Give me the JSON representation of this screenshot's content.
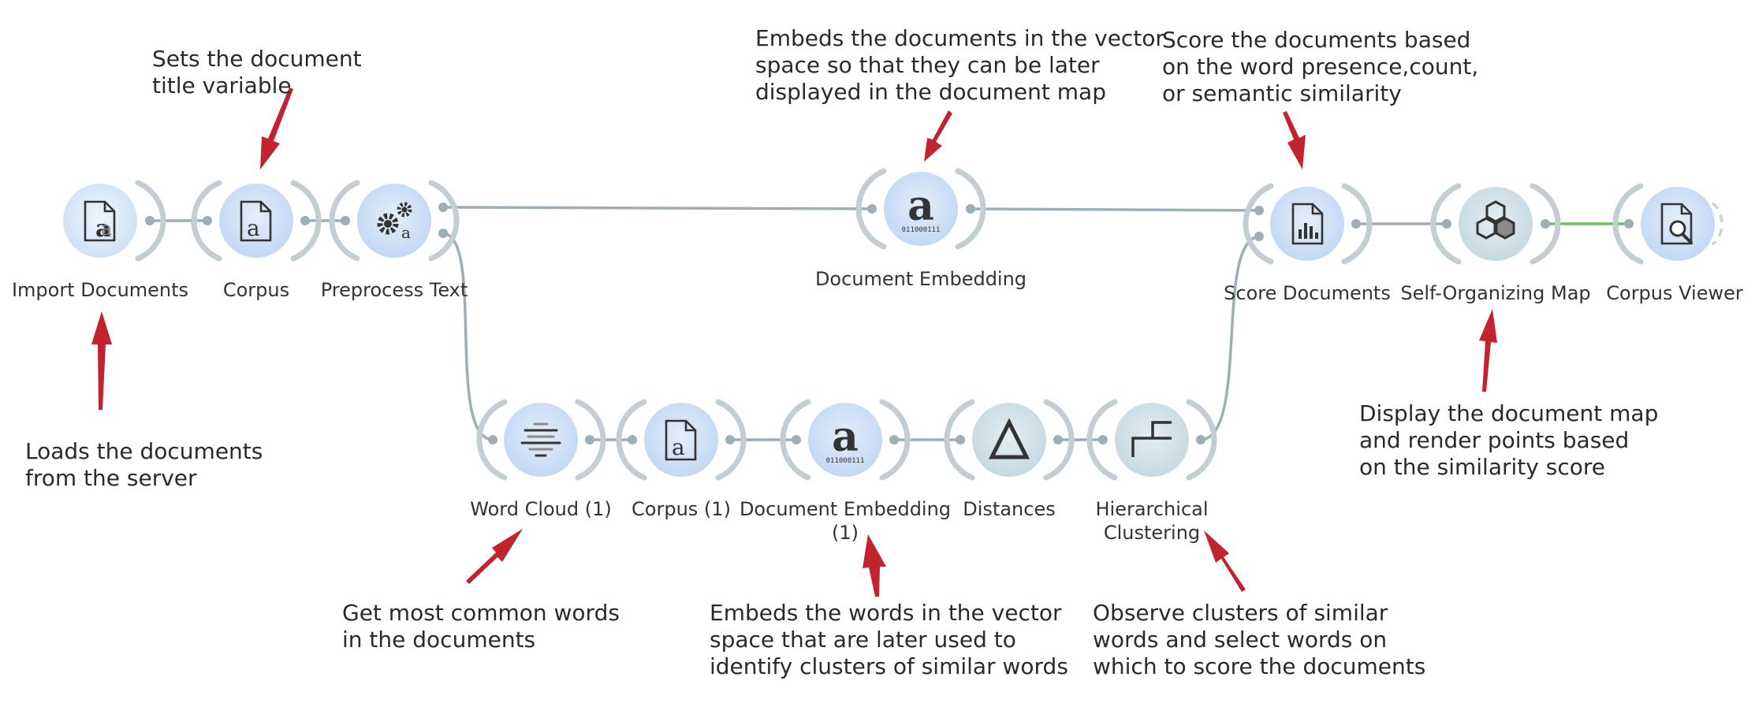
{
  "colors": {
    "node_fill_light": "#ddeafa",
    "node_fill_blue": "#cadff6",
    "node_fill_teal": "#cfe0e6",
    "channel": "#9eaeb6",
    "active_link": "#6bc15c",
    "arrow": "#c2232f",
    "text": "#333333"
  },
  "widgets": [
    {
      "id": "import-documents",
      "label": "Import Documents",
      "icon": "import-documents-icon"
    },
    {
      "id": "corpus",
      "label": "Corpus",
      "icon": "corpus-icon"
    },
    {
      "id": "preprocess-text",
      "label": "Preprocess Text",
      "icon": "preprocess-text-icon"
    },
    {
      "id": "document-embedding",
      "label": "Document Embedding",
      "icon": "document-embedding-icon",
      "badge": "011000111"
    },
    {
      "id": "score-documents",
      "label": "Score Documents",
      "icon": "score-documents-icon"
    },
    {
      "id": "self-organizing-map",
      "label": "Self-Organizing Map",
      "icon": "self-organizing-map-icon"
    },
    {
      "id": "corpus-viewer",
      "label": "Corpus Viewer",
      "icon": "corpus-viewer-icon"
    },
    {
      "id": "word-cloud-1",
      "label": "Word Cloud (1)",
      "icon": "word-cloud-icon"
    },
    {
      "id": "corpus-1",
      "label": "Corpus (1)",
      "icon": "corpus-icon"
    },
    {
      "id": "document-embedding-1",
      "label_lines": [
        "Document Embedding",
        "(1)"
      ],
      "icon": "document-embedding-icon",
      "badge": "011000111"
    },
    {
      "id": "distances",
      "label": "Distances",
      "icon": "distances-icon"
    },
    {
      "id": "hierarchical-clustering",
      "label_lines": [
        "Hierarchical",
        "Clustering"
      ],
      "icon": "hierarchical-clustering-icon"
    }
  ],
  "links": [
    {
      "from": "import-documents",
      "to": "corpus"
    },
    {
      "from": "corpus",
      "to": "preprocess-text"
    },
    {
      "from": "preprocess-text",
      "to": "document-embedding"
    },
    {
      "from": "document-embedding",
      "to": "score-documents"
    },
    {
      "from": "score-documents",
      "to": "self-organizing-map"
    },
    {
      "from": "self-organizing-map",
      "to": "corpus-viewer",
      "active": true
    },
    {
      "from": "preprocess-text",
      "to": "word-cloud-1"
    },
    {
      "from": "word-cloud-1",
      "to": "corpus-1"
    },
    {
      "from": "corpus-1",
      "to": "document-embedding-1"
    },
    {
      "from": "document-embedding-1",
      "to": "distances"
    },
    {
      "from": "distances",
      "to": "hierarchical-clustering"
    },
    {
      "from": "hierarchical-clustering",
      "to": "score-documents"
    }
  ],
  "annotations": [
    {
      "id": "sets-title",
      "lines": [
        "Sets the document",
        "title variable"
      ]
    },
    {
      "id": "loads-documents",
      "lines": [
        "Loads the documents",
        "from the server"
      ]
    },
    {
      "id": "embeds-documents",
      "lines": [
        "Embeds the documents in the vector",
        "space so that they can be later",
        "displayed in the document map"
      ]
    },
    {
      "id": "score-documents-note",
      "lines": [
        "Score the documents based",
        "on the word presence,count,",
        "or semantic similarity"
      ]
    },
    {
      "id": "display-map",
      "lines": [
        "Display the document map",
        "and render points based",
        "on the similarity score"
      ]
    },
    {
      "id": "common-words",
      "lines": [
        "Get most common words",
        "in the documents"
      ]
    },
    {
      "id": "embeds-words",
      "lines": [
        "Embeds the words in the vector",
        "space that are later used to",
        "identify clusters of similar words"
      ]
    },
    {
      "id": "observe-clusters",
      "lines": [
        "Observe clusters of similar",
        "words and select words on",
        "which to score the documents"
      ]
    }
  ]
}
